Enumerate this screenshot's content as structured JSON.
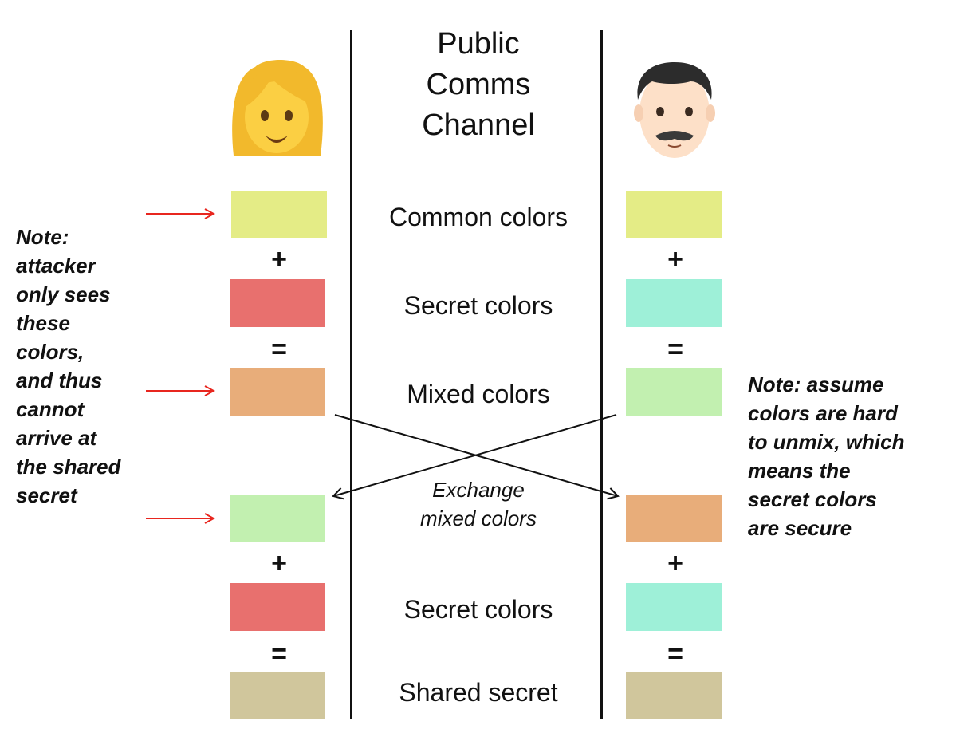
{
  "channel": {
    "title_lines": [
      "Public",
      "Comms",
      "Channel"
    ]
  },
  "rows": {
    "common": "Common colors",
    "secret_top": "Secret colors",
    "mixed": "Mixed colors",
    "secret_bottom": "Secret colors",
    "shared": "Shared secret"
  },
  "operators": {
    "plus": "+",
    "equals": "="
  },
  "exchange": {
    "lines": [
      "Exchange",
      "mixed colors"
    ]
  },
  "left_note": {
    "lines": [
      "Note:",
      "attacker",
      "only sees",
      "these",
      "colors,",
      "and thus",
      "cannot",
      "arrive at",
      "the shared",
      "secret"
    ]
  },
  "right_note": {
    "lines": [
      "Note: assume",
      "colors are hard",
      "to unmix, which",
      "means the",
      "secret colors",
      "are secure"
    ]
  },
  "avatars": {
    "left": "👩",
    "right": "👨🏻"
  },
  "colors": {
    "common": "#e4ec86",
    "alice_secret": "#e8706e",
    "bob_secret": "#9ef0d8",
    "alice_mixed": "#e8ad7a",
    "bob_mixed": "#c2f0b0",
    "shared": "#d0c69c",
    "arrow_red": "#e8261f",
    "line": "#111111"
  }
}
